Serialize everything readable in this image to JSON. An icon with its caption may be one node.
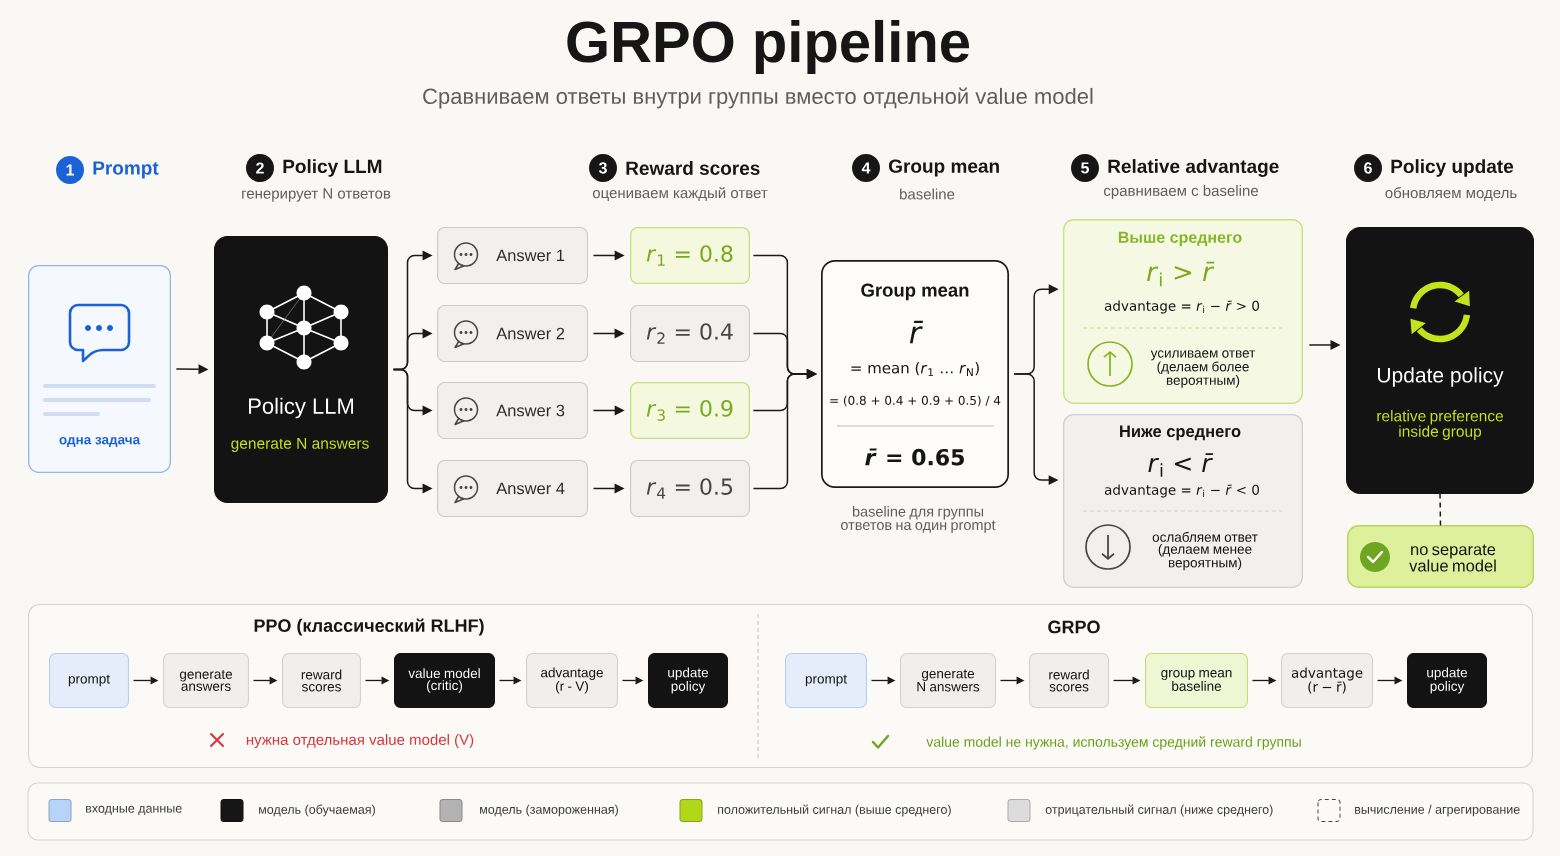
{
  "diagram": {
    "title": "GRPO pipeline",
    "nodes": [
      {
        "text": [
          "1"
        ],
        "beside": [
          "Prompt"
        ]
      },
      {
        "text": [
          "2"
        ],
        "beside": [
          "Policy LLM",
          "генерирует N ответов"
        ]
      },
      {
        "text": [
          "3"
        ],
        "beside": [
          "Reward scores",
          "оцениваем каждый ответ"
        ]
      },
      {
        "text": [
          "4"
        ],
        "beside": [
          "Group mean",
          "baseline"
        ]
      },
      {
        "text": [
          "5"
        ],
        "beside": [
          "Relative advantage",
          "сравниваем с baseline"
        ]
      },
      {
        "text": [
          "6"
        ],
        "beside": [
          "Policy update",
          "обновляем модель"
        ]
      },
      {
        "text": [
          "одна задача"
        ]
      },
      {
        "text": [
          "Policy LLM",
          "generate N answers"
        ]
      },
      {
        "text": [
          "Answer 1"
        ]
      },
      {
        "text": [
          "Answer 2"
        ]
      },
      {
        "text": [
          "Answer 3"
        ]
      },
      {
        "text": [
          "Answer 4"
        ]
      },
      {
        "text": [
          "*r*$_{1}$ = 0.8"
        ]
      },
      {
        "text": [
          "*r*$_{2}$ = 0.4"
        ]
      },
      {
        "text": [
          "*r*$_{3}$ = 0.9"
        ]
      },
      {
        "text": [
          "*r*$_{4}$ = 0.5"
        ]
      },
      {
        "text": [
          "Group mean",
          "r̄",
          "= mean (*r*$_{1}$ … *r*$_{N}$)",
          "= (0.8 + 0.4 + 0.9 + 0.5) / 4",
          "*r̄* = 0.65"
        ],
        "beside": [
          "baseline для группы ответов на один prompt"
        ]
      },
      {
        "text": [
          "Выше среднего",
          "*r*$_{i}$ > *r̄*",
          "advantage = *r*$_{i}$ − *r̄* > 0",
          "усиливаем ответ (делаем более вероятным)"
        ]
      },
      {
        "text": [
          "Ниже среднего",
          "*r*$_{i}$ < *r̄*",
          "advantage = *r*$_{i}$ − *r̄* < 0",
          "ослабляем ответ (делаем менее вероятным)"
        ]
      },
      {
        "text": [
          "Update policy",
          "relative preference inside group"
        ]
      },
      {
        "text": [
          "no separate value model"
        ]
      },
      {
        "text": [
          "PPO (классический RLHF)",
          "нужна отдельная value model (V)",
          "GRPO",
          "value model не нужна, используем средний reward группы"
        ]
      },
      {
        "text": [
          "prompt"
        ],
        "in": 21
      },
      {
        "text": [
          "generate answers"
        ],
        "in": 21
      },
      {
        "text": [
          "reward scores"
        ],
        "in": 21
      },
      {
        "text": [
          "value model (critic)"
        ],
        "in": 21
      },
      {
        "text": [
          "advantage (r - V)"
        ],
        "in": 21
      },
      {
        "text": [
          "update policy"
        ],
        "in": 21
      },
      {
        "text": [
          "prompt"
        ],
        "in": 21
      },
      {
        "text": [
          "generate N answers"
        ],
        "in": 21
      },
      {
        "text": [
          "reward scores"
        ],
        "in": 21
      },
      {
        "text": [
          "group mean baseline"
        ],
        "in": 21
      },
      {
        "text": [
          "advantage (r − r̄)"
        ],
        "in": 21
      },
      {
        "text": [
          "update policy"
        ],
        "in": 21
      }
    ],
    "edges": [
      {
        "from": 6,
        "to": 7,
        "arrow": "to"
      },
      {
        "from": 7,
        "to": 8,
        "arrow": "to"
      },
      {
        "from": 7,
        "to": 9,
        "arrow": "to"
      },
      {
        "from": 7,
        "to": 10,
        "arrow": "to"
      },
      {
        "from": 7,
        "to": 11,
        "arrow": "to"
      },
      {
        "from": 8,
        "to": 12,
        "arrow": "to"
      },
      {
        "from": 9,
        "to": 13,
        "arrow": "to"
      },
      {
        "from": 10,
        "to": 14,
        "arrow": "to"
      },
      {
        "from": 11,
        "to": 15,
        "arrow": "to"
      },
      {
        "from": 12,
        "to": 16,
        "arrow": "to"
      },
      {
        "from": 13,
        "to": 16,
        "arrow": "to"
      },
      {
        "from": 14,
        "to": 16,
        "arrow": "to"
      },
      {
        "from": 15,
        "to": 16,
        "arrow": "to"
      },
      {
        "from": 16,
        "to": 17,
        "arrow": "to"
      },
      {
        "from": 16,
        "to": 18,
        "arrow": "to"
      },
      {
        "from": 17,
        "to": 19,
        "arrow": "to"
      },
      {
        "from": 19,
        "to": 20,
        "arrow": "none",
        "style": "dashed"
      },
      {
        "from": 22,
        "to": 23,
        "arrow": "to"
      },
      {
        "from": 23,
        "to": 24,
        "arrow": "to"
      },
      {
        "from": 24,
        "to": 25,
        "arrow": "to"
      },
      {
        "from": 25,
        "to": 26,
        "arrow": "to"
      },
      {
        "from": 26,
        "to": 27,
        "arrow": "to"
      },
      {
        "from": 28,
        "to": 29,
        "arrow": "to"
      },
      {
        "from": 29,
        "to": 30,
        "arrow": "to"
      },
      {
        "from": 30,
        "to": 31,
        "arrow": "to"
      },
      {
        "from": 31,
        "to": 32,
        "arrow": "to"
      },
      {
        "from": 32,
        "to": 33,
        "arrow": "to"
      }
    ],
    "labels": [
      "Сравниваем ответы внутри группы вместо отдельной value model"
    ],
    "legend": [
      {
        "text": "входные данные",
        "color": "#b7d3f8"
      },
      {
        "text": "модель (обучаемая)",
        "color": "#161616"
      },
      {
        "text": "модель (замороженная)",
        "color": "#b3b3b3"
      },
      {
        "text": "положительный сигнал (выше среднего)",
        "color": "#b2d719"
      },
      {
        "text": "отрицательный сигнал (ниже среднего)",
        "color": "#dcdcdc"
      },
      {
        "text": "вычисление / агрегирование"
      }
    ]
  }
}
